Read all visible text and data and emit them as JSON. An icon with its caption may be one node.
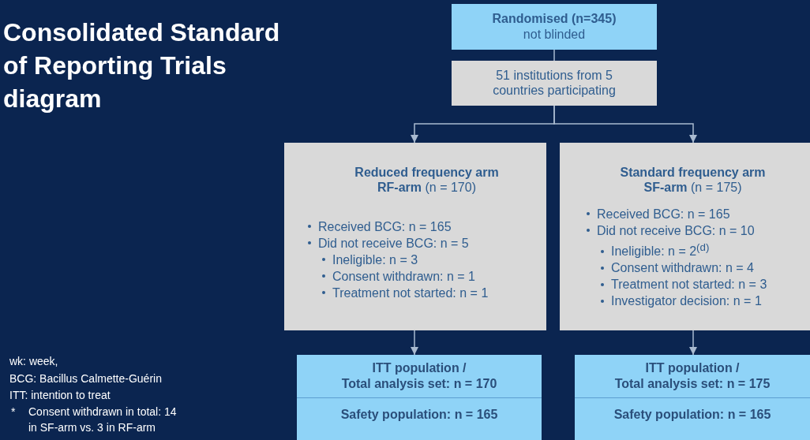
{
  "diagram": {
    "title": "Consolidated Standard of Reporting Trials diagram",
    "nodes": [
      {
        "text": [
          "Randomised (n=345)",
          "not blinded"
        ]
      },
      {
        "text": [
          "51 institutions from 5 countries participating"
        ]
      },
      {
        "text": [
          "**Reduced frequency arm RF-arm** (n = 170)",
          "Received BCG: n = 165",
          "Did not receive BCG: n = 5",
          "Ineligible: n = 3",
          "Consent withdrawn: n = 1",
          "Treatment not started: n = 1"
        ]
      },
      {
        "text": [
          "**Standard frequency arm SF-arm** (n = 175)",
          "Received BCG: n = 165",
          "Did not receive BCG: n = 10",
          "Ineligible: n = 2$^{(d)}$",
          "Consent withdrawn: n = 4",
          "Treatment not started: n = 3",
          "Investigator decision: n = 1"
        ]
      },
      {
        "text": [
          "ITT population /",
          "Total analysis set: n = 170",
          "Safety population: n = 165"
        ]
      },
      {
        "text": [
          "ITT population /",
          "Total analysis set: n = 175",
          "Safety population: n = 165"
        ]
      }
    ],
    "edges": [
      {
        "from": 0,
        "to": 1,
        "arrow": "none"
      },
      {
        "from": 1,
        "to": 2,
        "arrow": "to"
      },
      {
        "from": 1,
        "to": 3,
        "arrow": "to"
      },
      {
        "from": 2,
        "to": 4,
        "arrow": "to"
      },
      {
        "from": 3,
        "to": 5,
        "arrow": "to"
      }
    ],
    "labels": [
      "wk: week,",
      "BCG: Bacillus Calmette-Guérin",
      "ITT: intention to treat",
      "*",
      "Consent withdrawn in total: 14 in SF-arm vs. 3 in RF-arm"
    ]
  }
}
